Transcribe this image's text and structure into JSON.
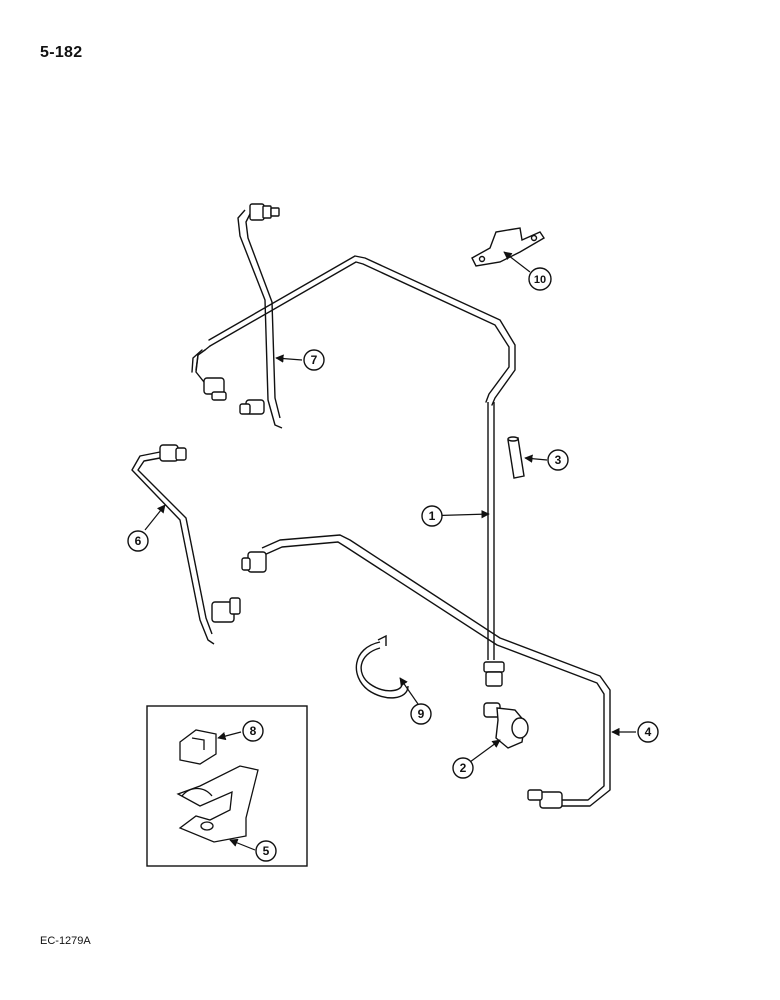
{
  "page": {
    "page_number": "5-182",
    "figure_code": "EC-1279A"
  },
  "callouts": [
    {
      "id": "1",
      "part": "tube-1"
    },
    {
      "id": "2",
      "part": "elbow-fitting"
    },
    {
      "id": "3",
      "part": "sleeve"
    },
    {
      "id": "4",
      "part": "tube-4"
    },
    {
      "id": "5",
      "part": "clip-bracket"
    },
    {
      "id": "6",
      "part": "tube-6"
    },
    {
      "id": "7",
      "part": "tube-7"
    },
    {
      "id": "8",
      "part": "clip-insert"
    },
    {
      "id": "9",
      "part": "hose-clamp"
    },
    {
      "id": "10",
      "part": "strap-clamp"
    }
  ]
}
